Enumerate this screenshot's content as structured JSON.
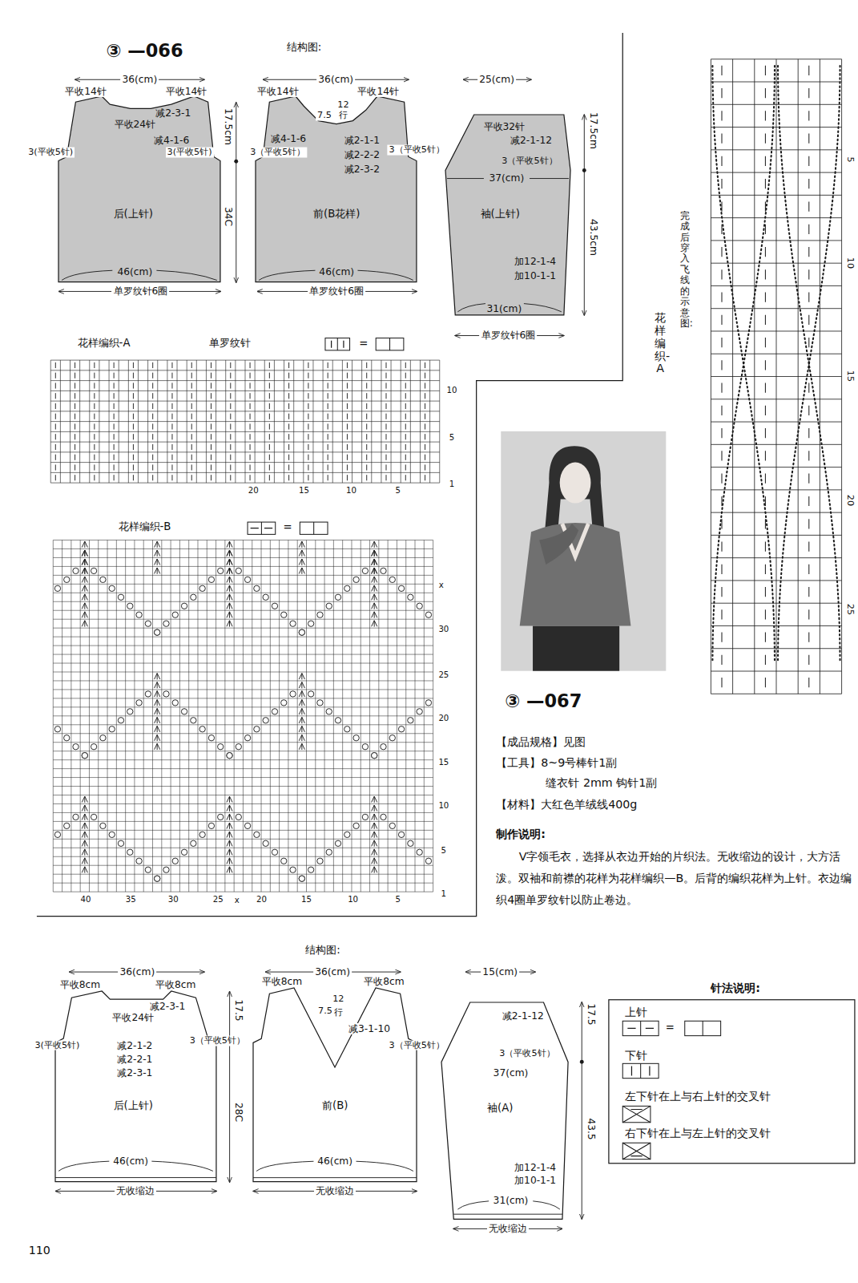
{
  "diagram": {
    "title": "③ —066",
    "nodes": [
      {
        "text": [
          "后(上针)"
        ]
      },
      {
        "text": [
          "前(B花样)"
        ]
      },
      {
        "text": [
          "袖(上针)"
        ]
      },
      {
        "text": [
          "后(上针)"
        ]
      },
      {
        "text": [
          "前(B)"
        ]
      },
      {
        "text": [
          "袖(A)"
        ]
      },
      {
        "text": [
          "针法说明:",
          "上针",
          "下针",
          "左下针在上与右上针的交叉针",
          "右下针在上与左上针的交叉针"
        ]
      }
    ],
    "labels": [
      "结构图:",
      "36(cm)",
      "平收14针",
      "平收14针",
      "减2-3-1",
      "平收24针",
      "减4-1-6",
      "3(平收5针)",
      "3(平收5针)",
      "17.5cm",
      "34C",
      "46(cm)",
      "单罗纹针6圈",
      "36(cm)",
      "平收14针",
      "平收14针",
      "7.5",
      "12",
      "行",
      "减4-1-6",
      "减2-1-1",
      "3（平收5针）",
      "减2-2-2",
      "3（平收5针）",
      "减2-3-2",
      "46(cm)",
      "单罗纹针6圈",
      "25(cm)",
      "平收32针",
      "减2-1-12",
      "3（平收5针）",
      "37(cm)",
      "17.5cm",
      "43.5cm",
      "加12-1-4",
      "加10-1-1",
      "31(cm)",
      "单罗纹针6圈",
      "花样编织-A",
      "单罗纹针",
      "=",
      "10",
      "5",
      "1",
      "20",
      "15",
      "10",
      "5",
      "花样编织-B",
      "=",
      "x",
      "30",
      "25",
      "20",
      "15",
      "10",
      "5",
      "1",
      "40",
      "35",
      "30",
      "25",
      "x",
      "20",
      "15",
      "10",
      "5",
      "花样编织-A",
      "完成后穿入飞线的示意图:",
      "5",
      "10",
      "15",
      "20",
      "25",
      "③ —067",
      "【成品规格】见图",
      "【工具】8~9号棒针1副",
      "缝衣针 2mm 钩针1副",
      "【材料】大红色羊绒线400g",
      "制作说明:",
      "V字领毛衣，选择从衣边开始的片织法。无收缩边的设计，大方活泼。双袖和前襟的花样为花样编织—B。后背的编织花样为上针。衣边编织4圈单罗纹针以防止卷边。",
      "结构图:",
      "36(cm)",
      "平收8cm",
      "平收8cm",
      "减2-3-1",
      "平收24针",
      "3(平收5针)",
      "减2-1-2",
      "减2-2-1",
      "减2-3-1",
      "3（平收5针）",
      "17.5",
      "28C",
      "46(cm)",
      "无收缩边",
      "36(cm)",
      "平收8cm",
      "平收8cm",
      "7.5",
      "12",
      "行",
      "减3-1-10",
      "3（平收5针）",
      "46(cm)",
      "无收缩边",
      "15(cm)",
      "减2-1-12",
      "3（平收5针）",
      "37(cm)",
      "17.5",
      "43.5",
      "加12-1-4",
      "加10-1-1",
      "31(cm)",
      "无收缩边",
      "=",
      "110"
    ]
  }
}
